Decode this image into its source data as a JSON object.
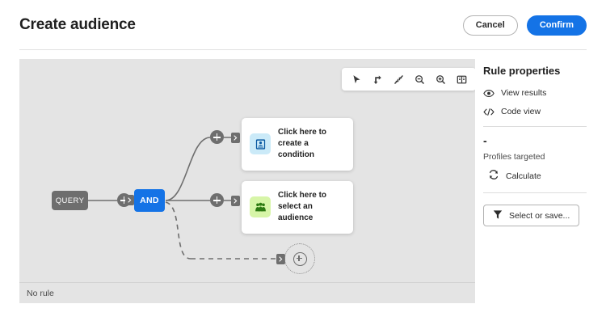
{
  "header": {
    "title": "Create audience",
    "cancel_label": "Cancel",
    "confirm_label": "Confirm",
    "confirm_color": "#1473e6"
  },
  "toolbar": {
    "items": [
      {
        "name": "select-tool",
        "icon": "cursor-icon"
      },
      {
        "name": "connector-tool",
        "icon": "connector-arrow-icon"
      },
      {
        "name": "fit-view-tool",
        "icon": "collapse-arrows-icon"
      },
      {
        "name": "zoom-out-tool",
        "icon": "zoom-out-icon"
      },
      {
        "name": "zoom-in-tool",
        "icon": "zoom-in-icon"
      },
      {
        "name": "minimap-tool",
        "icon": "map-icon"
      }
    ]
  },
  "canvas": {
    "status_text": "No rule",
    "background_color": "#e4e4e4",
    "nodes": {
      "query_label": "QUERY",
      "operator_label": "AND",
      "operator_color": "#1473e6",
      "query_color": "#6e6e6e"
    },
    "cards": [
      {
        "label": "Click here to create a condition",
        "icon": "condition-form-icon",
        "icon_bg": "#cbeaf8"
      },
      {
        "label": "Click here to select an audience",
        "icon": "audience-people-icon",
        "icon_bg": "#d7f5a8"
      }
    ],
    "placeholder_branch": {
      "name": "add-branch-placeholder",
      "icon": "plus-circle-icon"
    }
  },
  "rail": {
    "title": "Rule properties",
    "links": [
      {
        "label": "View results",
        "icon": "eye-icon"
      },
      {
        "label": "Code view",
        "icon": "code-icon"
      }
    ],
    "profiles_value": "-",
    "profiles_caption": "Profiles targeted",
    "calculate_label": "Calculate",
    "calculate_icon": "refresh-icon",
    "save_label": "Select or save...",
    "save_icon": "filter-funnel-icon"
  }
}
